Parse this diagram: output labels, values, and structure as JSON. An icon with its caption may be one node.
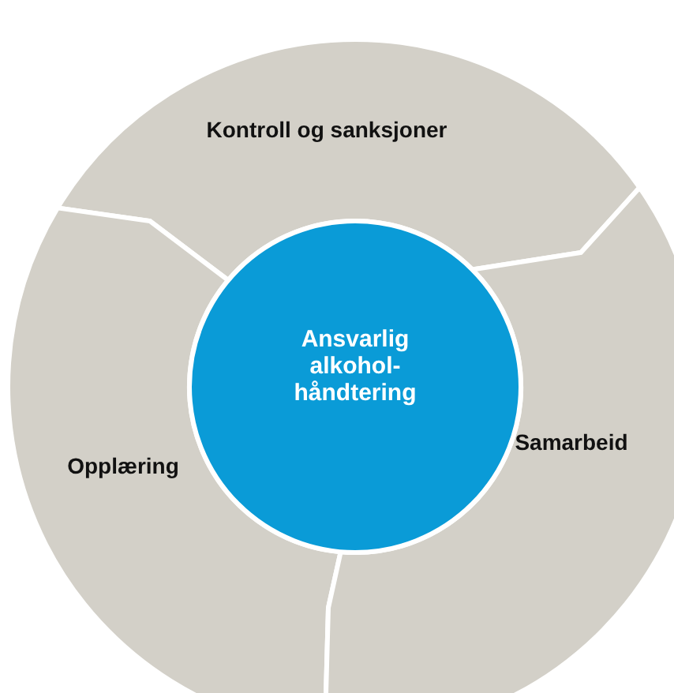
{
  "diagram": {
    "nodes": [
      {
        "text": [
          "Kontroll og sanksjoner"
        ]
      },
      {
        "text": [
          "Opplæring"
        ]
      },
      {
        "text": [
          "Samarbeid"
        ]
      },
      {
        "text": [
          "Ansvarlig alkohol- håndtering"
        ]
      }
    ],
    "edges": []
  }
}
